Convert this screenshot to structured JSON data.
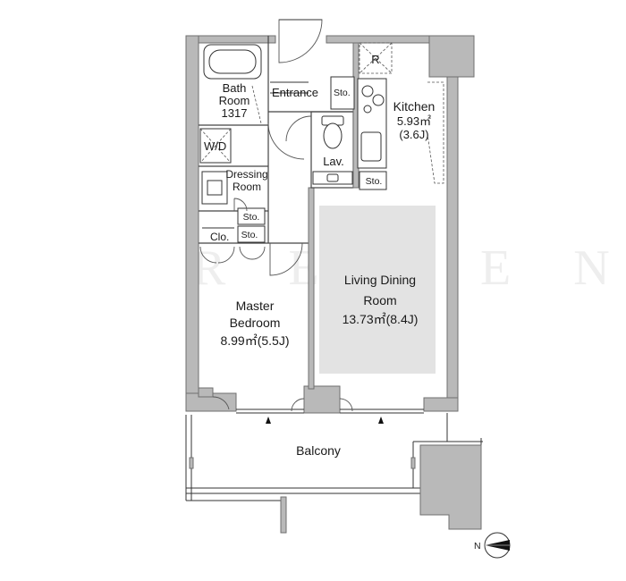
{
  "rooms": {
    "bath": {
      "line1": "Bath",
      "line2": "Room",
      "line3": "1317"
    },
    "entrance": "Entrance",
    "sto_entrance": "Sto.",
    "refrigerator": "R",
    "kitchen": {
      "name": "Kitchen",
      "area": "5.93㎡",
      "jo": "(3.6J)"
    },
    "wd": "W/D",
    "lav": "Lav.",
    "dressing": {
      "line1": "Dressing",
      "line2": "Room"
    },
    "sto_dressing": "Sto.",
    "sto_kitchen": "Sto.",
    "closet": "Clo.",
    "sto_closet": "Sto.",
    "living": {
      "line1": "Living Dining",
      "line2": "Room",
      "area": "13.73㎡(8.4J)"
    },
    "master": {
      "line1": "Master",
      "line2": "Bedroom",
      "area": "8.99㎡(5.5J)"
    },
    "balcony": "Balcony"
  },
  "compass": {
    "label": "N"
  },
  "colors": {
    "wall": "#b9b9b9",
    "floor_highlight": "#e3e3e3",
    "line": "#333333"
  }
}
